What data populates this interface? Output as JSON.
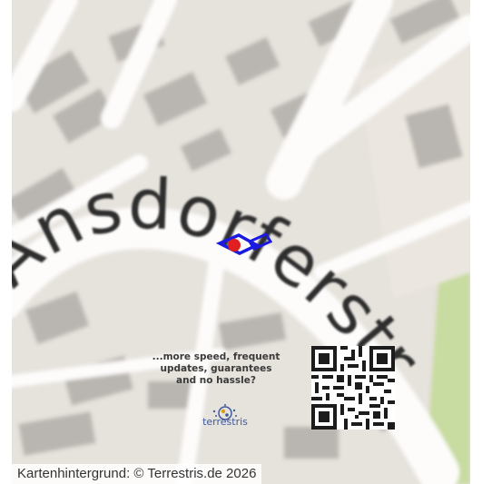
{
  "map": {
    "street_label": "Ansdorferstr",
    "marker_color": "#e02020",
    "outline_color": "#1a1ae0",
    "park_color": "#c8dba0",
    "building_color": "#b9b5b0",
    "road_color": "#fdfcfb"
  },
  "ad": {
    "line_1": "...more speed, frequent",
    "line_2": "updates, guarantees",
    "line_3": "and no hassle?",
    "brand": "terrestris",
    "brand_color": "#3f5a9a"
  },
  "attribution": "Kartenhintergrund: © Terrestris.de 2026",
  "icons": [
    "map-marker-icon",
    "terrestris-logo-icon",
    "qr-code-icon"
  ]
}
